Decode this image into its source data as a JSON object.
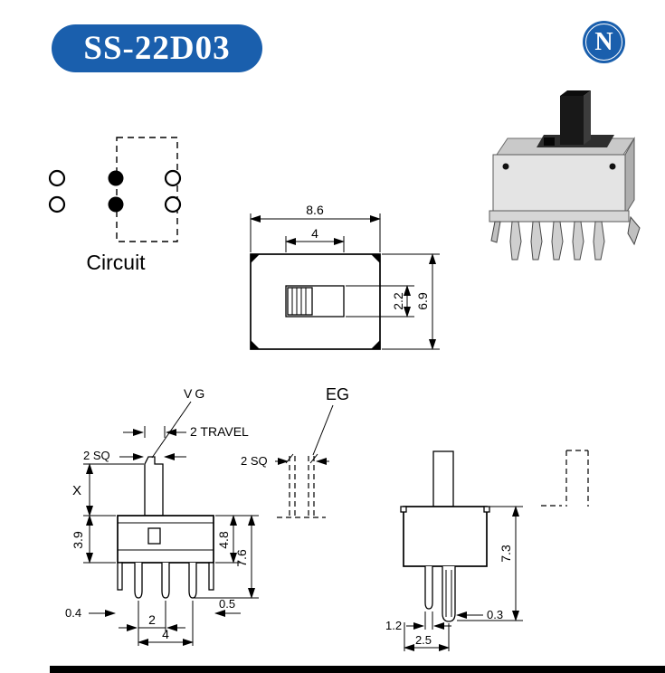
{
  "header": {
    "part_number": "SS-22D03",
    "logo_letter": "N"
  },
  "circuit": {
    "label": "Circuit"
  },
  "top_view": {
    "dim_width": "8.6",
    "dim_slot_width": "4",
    "dim_slot_height": "2.2",
    "dim_height": "6.9"
  },
  "front_view": {
    "label_vg": "VG",
    "label_travel": "2 TRAVEL",
    "label_sq": "2 SQ",
    "dim_x": "X",
    "dim_upper_body": "3.9",
    "dim_body_height": "4.8",
    "dim_total_height": "7.6",
    "dim_leg_left": "0.4",
    "dim_pin_pitch": "2",
    "dim_pin_span": "4",
    "dim_leg_right": "0.5"
  },
  "ghost_view": {
    "label_eg": "EG",
    "label_sq": "2 SQ"
  },
  "side_view": {
    "dim_total_height": "7.3",
    "dim_pin_width": "1.2",
    "dim_pin_offset": "0.3",
    "dim_pin_distance": "2.5"
  },
  "colors": {
    "accent": "#1a5fad",
    "ink": "#000000"
  }
}
